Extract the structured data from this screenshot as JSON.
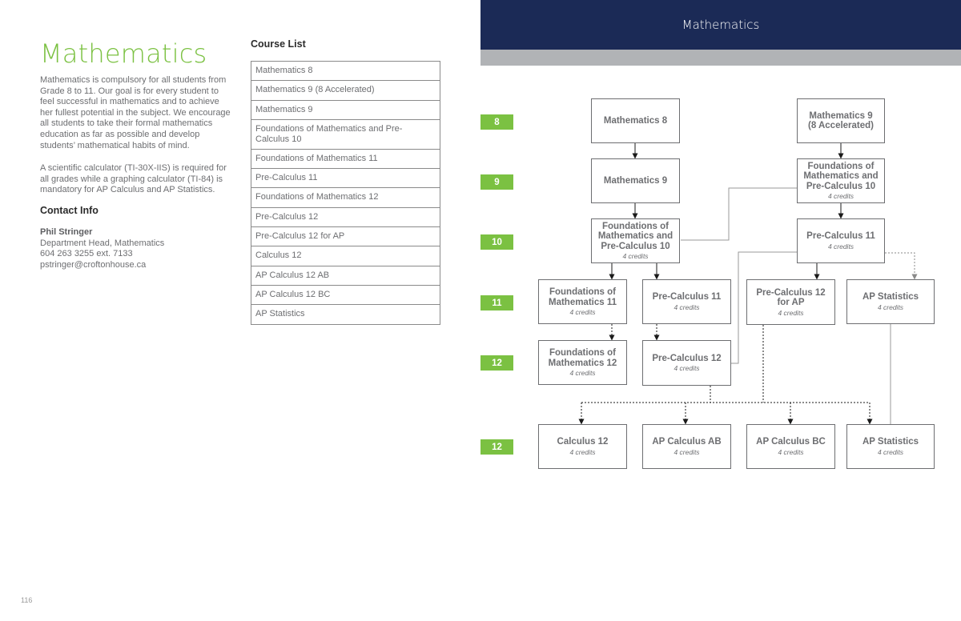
{
  "left_page": {
    "title": "Mathematics",
    "paragraph_1": "Mathematics is compulsory for all students from Grade 8 to 11. Our goal is for every student to feel successful in mathematics and to achieve her fullest potential in the subject. We encourage all students to take their formal mathematics education as far as possible and develop students’ mathematical habits of mind.",
    "paragraph_2": "A scientific calculator (TI-30X-IIS) is required for all grades while a graphing calculator (TI-84) is mandatory for AP Calculus and AP Statistics.",
    "contact": {
      "heading": "Contact Info",
      "name": "Phil Stringer",
      "role": "Department Head, Mathematics",
      "phone": "604 263 3255 ext. 7133",
      "email": "pstringer@croftonhouse.ca"
    },
    "course_list": {
      "heading": "Course List",
      "items": [
        "Mathematics 8",
        "Mathematics 9 (8 Accelerated)",
        "Mathematics 9",
        "Foundations of Mathematics and Pre-Calculus 10",
        "Foundations of Mathematics 11",
        "Pre-Calculus 11",
        "Foundations of Mathematics 12",
        "Pre-Calculus 12",
        "Pre-Calculus 12 for AP",
        "Calculus 12",
        "AP Calculus 12 AB",
        "AP Calculus 12 BC",
        "AP Statistics"
      ]
    },
    "page_number": "116"
  },
  "right_page": {
    "header": "Mathematics",
    "grades": [
      "8",
      "9",
      "10",
      "11",
      "12",
      "12"
    ],
    "nodes": {
      "math8": {
        "title": "Mathematics 8",
        "credits": ""
      },
      "math9acc": {
        "title": "Mathematics 9\n(8 Accelerated)",
        "credits": ""
      },
      "math9": {
        "title": "Mathematics 9",
        "credits": ""
      },
      "fmpc10_right": {
        "title": "Foundations of\nMathematics and\nPre-Calculus 10",
        "credits": "4 credits"
      },
      "fmpc10_left": {
        "title": "Foundations of\nMathematics and\nPre-Calculus 10",
        "credits": "4 credits"
      },
      "precalc11_right": {
        "title": "Pre-Calculus 11",
        "credits": "4 credits"
      },
      "found11": {
        "title": "Foundations of\nMathematics 11",
        "credits": "4 credits"
      },
      "precalc11_left": {
        "title": "Pre-Calculus 11",
        "credits": "4 credits"
      },
      "precalc12ap": {
        "title": "Pre-Calculus 12\nfor AP",
        "credits": "4 credits"
      },
      "apstats_top": {
        "title": "AP Statistics",
        "credits": "4 credits"
      },
      "found12": {
        "title": "Foundations of\nMathematics 12",
        "credits": "4 credits"
      },
      "precalc12": {
        "title": "Pre-Calculus 12",
        "credits": "4 credits"
      },
      "calc12": {
        "title": "Calculus 12",
        "credits": "4 credits"
      },
      "apcalcab": {
        "title": "AP Calculus AB",
        "credits": "4 credits"
      },
      "apcalcbc": {
        "title": "AP Calculus BC",
        "credits": "4 credits"
      },
      "apstats_bottom": {
        "title": "AP Statistics",
        "credits": "4 credits"
      }
    }
  }
}
